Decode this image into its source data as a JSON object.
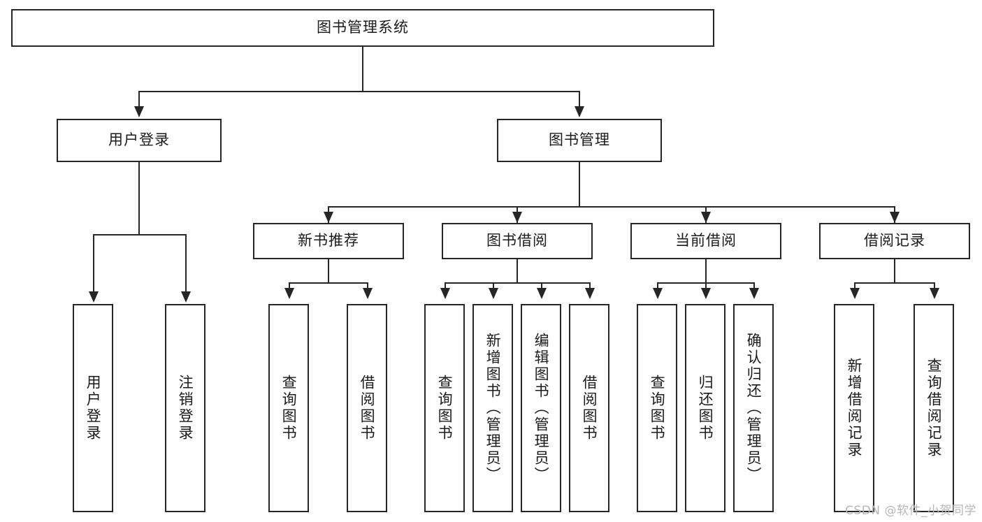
{
  "diagram": {
    "title": "图书管理系统",
    "type": "hierarchy-tree",
    "levels": 4,
    "root": {
      "label": "图书管理系统"
    },
    "level2": [
      {
        "label": "用户登录"
      },
      {
        "label": "图书管理"
      }
    ],
    "level3": [
      {
        "label": "新书推荐"
      },
      {
        "label": "图书借阅"
      },
      {
        "label": "当前借阅"
      },
      {
        "label": "借阅记录"
      }
    ],
    "leaves": {
      "user_login": [
        {
          "label": "用户登录"
        },
        {
          "label": "注销登录"
        }
      ],
      "new_book_recommend": [
        {
          "label": "查询图书"
        },
        {
          "label": "借阅图书"
        }
      ],
      "book_borrow": [
        {
          "label": "查询图书"
        },
        {
          "label": "新增图书（管理员）"
        },
        {
          "label": "编辑图书（管理员）"
        },
        {
          "label": "借阅图书"
        }
      ],
      "current_borrow": [
        {
          "label": "查询图书"
        },
        {
          "label": "归还图书"
        },
        {
          "label": "确认归还（管理员）"
        }
      ],
      "borrow_record": [
        {
          "label": "新增借阅记录"
        },
        {
          "label": "查询借阅记录"
        }
      ]
    }
  },
  "watermark": {
    "text": "CSDN @软件_小贺同学"
  },
  "colors": {
    "stroke": "#262626",
    "text": "#1b1b1b",
    "background": "#ffffff",
    "watermark": "#b7b7b7"
  }
}
